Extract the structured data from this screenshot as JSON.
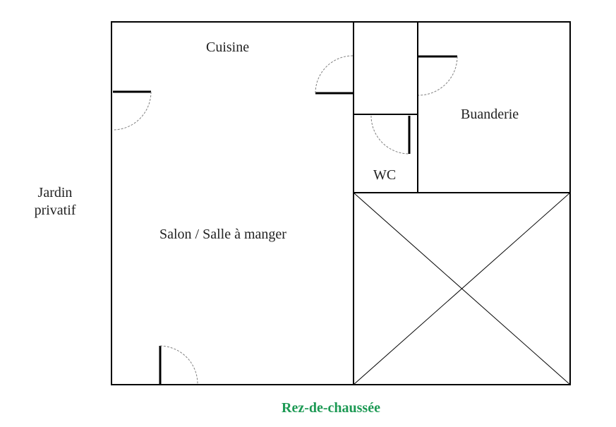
{
  "rooms": {
    "kitchen": "Cuisine",
    "laundry": "Buanderie",
    "wc": "WC",
    "living": "Salon / Salle à manger"
  },
  "outside": {
    "line1": "Jardin",
    "line2": "privatif"
  },
  "floor_title": "Rez-de-chaussée",
  "colors": {
    "wall": "#000000",
    "door_swing": "#808080",
    "title": "#1e9a55"
  }
}
